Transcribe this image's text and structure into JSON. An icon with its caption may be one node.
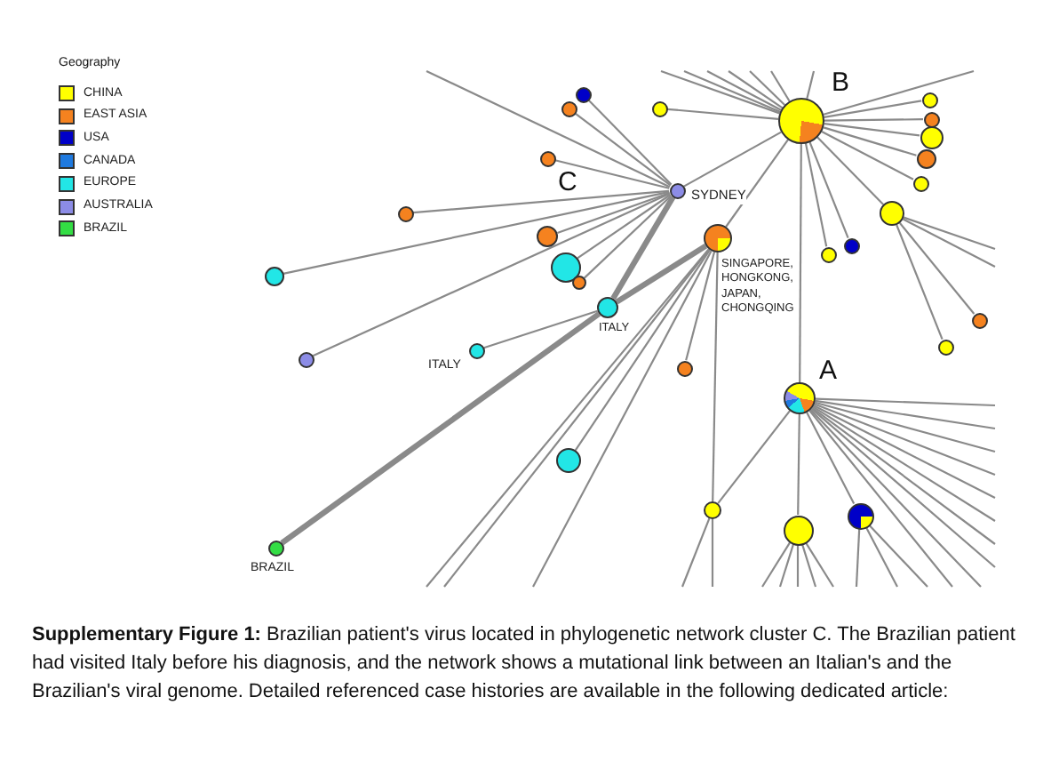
{
  "diagram": {
    "caption": "**Supplementary Figure 1:** Brazilian patient's virus located in phylogenetic network cluster C. The Brazilian patient had visited Italy before his diagnosis, and the network shows a mutational link between an Italian's and the Brazilian's viral genome. Detailed referenced case histories are available in the following dedicated article:",
    "nodes": [
      {
        "text": [],
        "shape": "circle"
      },
      {
        "text": [],
        "shape": "circle"
      },
      {
        "text": [],
        "shape": "circle"
      },
      {
        "text": [],
        "shape": "circle"
      },
      {
        "text": [],
        "shape": "circle",
        "beside": [
          "B"
        ]
      },
      {
        "text": [],
        "shape": "circle"
      },
      {
        "text": [],
        "shape": "circle"
      },
      {
        "text": [],
        "shape": "circle"
      },
      {
        "text": [],
        "shape": "circle"
      },
      {
        "text": [],
        "shape": "circle"
      },
      {
        "text": [
          "SYDNEY"
        ]
      },
      {
        "text": [],
        "shape": "circle"
      },
      {
        "text": [],
        "shape": "circle"
      },
      {
        "text": [],
        "shape": "circle"
      },
      {
        "text": [
          "SINGAPORE, HONGKONG, JAPAN, CHONGQING"
        ]
      },
      {
        "text": [],
        "shape": "circle"
      },
      {
        "text": [],
        "shape": "circle"
      },
      {
        "text": [],
        "shape": "circle"
      },
      {
        "text": [],
        "shape": "circle"
      },
      {
        "text": [],
        "shape": "circle"
      },
      {
        "text": [
          "ITALY"
        ]
      },
      {
        "text": [],
        "shape": "circle"
      },
      {
        "text": [],
        "shape": "circle"
      },
      {
        "text": [
          "ITALY"
        ]
      },
      {
        "text": [],
        "shape": "circle"
      },
      {
        "text": [],
        "shape": "circle"
      },
      {
        "text": [],
        "shape": "circle",
        "beside": [
          "A"
        ]
      },
      {
        "text": [],
        "shape": "circle"
      },
      {
        "text": [],
        "shape": "circle"
      },
      {
        "text": [],
        "shape": "circle"
      },
      {
        "text": [],
        "shape": "circle"
      },
      {
        "text": [
          "BRAZIL"
        ]
      }
    ],
    "edges": [
      {
        "from": 10,
        "to": 0,
        "arrow": "none"
      },
      {
        "from": 10,
        "to": 3,
        "arrow": "none"
      },
      {
        "from": 10,
        "to": 8,
        "arrow": "none"
      },
      {
        "from": 10,
        "to": 11,
        "arrow": "none"
      },
      {
        "from": 10,
        "to": 13,
        "arrow": "none"
      },
      {
        "from": 10,
        "to": 17,
        "arrow": "none"
      },
      {
        "from": 10,
        "to": 18,
        "arrow": "none"
      },
      {
        "from": 10,
        "to": 19,
        "arrow": "none"
      },
      {
        "from": 10,
        "to": 24,
        "arrow": "none"
      },
      {
        "from": 10,
        "to": null,
        "arrow": "none"
      },
      {
        "from": 4,
        "to": 1,
        "arrow": "none"
      },
      {
        "from": 4,
        "to": 2,
        "arrow": "none"
      },
      {
        "from": 4,
        "to": 5,
        "arrow": "none"
      },
      {
        "from": 4,
        "to": 6,
        "arrow": "none"
      },
      {
        "from": 4,
        "to": 7,
        "arrow": "none"
      },
      {
        "from": 4,
        "to": 9,
        "arrow": "none"
      },
      {
        "from": 4,
        "to": 12,
        "arrow": "none"
      },
      {
        "from": 4,
        "to": 15,
        "arrow": "none"
      },
      {
        "from": 4,
        "to": 16,
        "arrow": "none"
      },
      {
        "from": 4,
        "to": 10,
        "arrow": "none"
      },
      {
        "from": 4,
        "to": 14,
        "arrow": "none"
      },
      {
        "from": 4,
        "to": 26,
        "arrow": "none"
      },
      {
        "from": 4,
        "to": null,
        "arrow": "none"
      },
      {
        "from": 4,
        "to": null,
        "arrow": "none"
      },
      {
        "from": 4,
        "to": null,
        "arrow": "none"
      },
      {
        "from": 4,
        "to": null,
        "arrow": "none"
      },
      {
        "from": 4,
        "to": null,
        "arrow": "none"
      },
      {
        "from": 4,
        "to": null,
        "arrow": "none"
      },
      {
        "from": 4,
        "to": null,
        "arrow": "none"
      },
      {
        "from": 4,
        "to": null,
        "arrow": "none"
      },
      {
        "from": 10,
        "to": 20,
        "arrow": "none",
        "style": "thick"
      },
      {
        "from": 14,
        "to": 20,
        "arrow": "none",
        "style": "thick"
      },
      {
        "from": 20,
        "to": 31,
        "arrow": "none",
        "style": "thick"
      },
      {
        "from": 20,
        "to": 23,
        "arrow": "none"
      },
      {
        "from": 14,
        "to": 25,
        "arrow": "none"
      },
      {
        "from": 14,
        "to": 27,
        "arrow": "none"
      },
      {
        "from": 14,
        "to": 28,
        "arrow": "none"
      },
      {
        "from": 14,
        "to": null,
        "arrow": "none"
      },
      {
        "from": 14,
        "to": null,
        "arrow": "none"
      },
      {
        "from": 14,
        "to": null,
        "arrow": "none"
      },
      {
        "from": 12,
        "to": 21,
        "arrow": "none"
      },
      {
        "from": 12,
        "to": 22,
        "arrow": "none"
      },
      {
        "from": 12,
        "to": null,
        "arrow": "none"
      },
      {
        "from": 12,
        "to": null,
        "arrow": "none"
      },
      {
        "from": 26,
        "to": 28,
        "arrow": "none"
      },
      {
        "from": 26,
        "to": 30,
        "arrow": "none"
      },
      {
        "from": 26,
        "to": 29,
        "arrow": "none"
      },
      {
        "from": 26,
        "to": null,
        "arrow": "none"
      },
      {
        "from": 26,
        "to": null,
        "arrow": "none"
      },
      {
        "from": 26,
        "to": null,
        "arrow": "none"
      },
      {
        "from": 26,
        "to": null,
        "arrow": "none"
      },
      {
        "from": 26,
        "to": null,
        "arrow": "none"
      },
      {
        "from": 26,
        "to": null,
        "arrow": "none"
      },
      {
        "from": 26,
        "to": null,
        "arrow": "none"
      },
      {
        "from": 26,
        "to": null,
        "arrow": "none"
      },
      {
        "from": 26,
        "to": null,
        "arrow": "none"
      },
      {
        "from": 26,
        "to": null,
        "arrow": "none"
      },
      {
        "from": 28,
        "to": null,
        "arrow": "none"
      },
      {
        "from": 28,
        "to": null,
        "arrow": "none"
      },
      {
        "from": 30,
        "to": null,
        "arrow": "none"
      },
      {
        "from": 30,
        "to": null,
        "arrow": "none"
      },
      {
        "from": 30,
        "to": null,
        "arrow": "none"
      },
      {
        "from": 30,
        "to": null,
        "arrow": "none"
      },
      {
        "from": 30,
        "to": null,
        "arrow": "none"
      },
      {
        "from": 29,
        "to": null,
        "arrow": "none"
      },
      {
        "from": 29,
        "to": null,
        "arrow": "none"
      },
      {
        "from": 29,
        "to": null,
        "arrow": "none"
      }
    ],
    "labels": [
      "Geography",
      "C"
    ],
    "legend": [
      {
        "text": "CHINA",
        "color": "#ffff00"
      },
      {
        "text": "EAST ASIA",
        "color": "#f5821f"
      },
      {
        "text": "USA",
        "color": "#0000c8"
      },
      {
        "text": "CANADA",
        "color": "#1f7ae0"
      },
      {
        "text": "EUROPE",
        "color": "#22e6e6"
      },
      {
        "text": "AUSTRALIA",
        "color": "#8c8ce6"
      },
      {
        "text": "BRAZIL",
        "color": "#33dd44"
      }
    ]
  }
}
